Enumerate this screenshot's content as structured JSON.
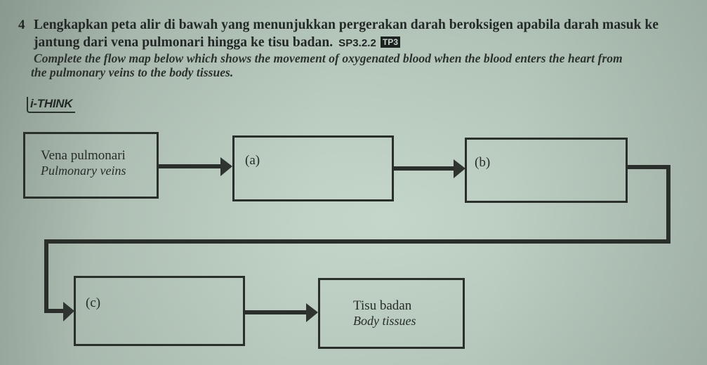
{
  "question": {
    "number": "4",
    "malay_line1": "Lengkapkan peta alir di bawah yang menunjukkan pergerakan darah beroksigen apabila darah masuk ke",
    "malay_line2": "jantung dari vena pulmonari hingga ke tisu badan.",
    "standard_code": "SP3.2.2",
    "tp_badge": "TP3",
    "english_line1": "Complete the flow map below which shows the movement of oxygenated blood when the blood enters the heart from",
    "english_line2": "the pulmonary veins to the body tissues."
  },
  "ithink_label": "i-THINK",
  "flow_map": {
    "nodes": [
      {
        "id": "start",
        "malay": "Vena pulmonari",
        "english": "Pulmonary veins"
      },
      {
        "id": "a",
        "tag": "(a)",
        "answer": ""
      },
      {
        "id": "b",
        "tag": "(b)",
        "answer": ""
      },
      {
        "id": "c",
        "tag": "(c)",
        "answer": ""
      },
      {
        "id": "end",
        "malay": "Tisu badan",
        "english": "Body tissues"
      }
    ],
    "arrows": [
      "start->a",
      "a->b",
      "b->c",
      "c->end"
    ],
    "colors": {
      "line": "#2a2f2c",
      "paper": "#bfd2c5"
    }
  }
}
